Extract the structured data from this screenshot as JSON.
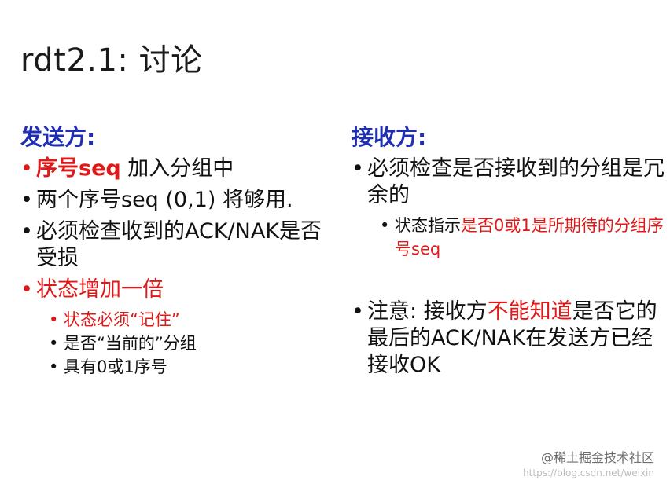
{
  "title": "rdt2.1: 讨论",
  "sender": {
    "heading": "发送方:",
    "b1_bold": "序号seq",
    "b1_rest": " 加入分组中",
    "b2": "两个序号seq (0,1) 将够用.",
    "b3": "必须检查收到的ACK/NAK是否受损",
    "b4": "状态增加一倍",
    "sub1": "状态必须“记住”",
    "sub2": "是否“当前的”分组",
    "sub3": "具有0或1序号"
  },
  "receiver": {
    "heading": "接收方:",
    "b1": "必须检查是否接收到的分组是冗余的",
    "sub1_prefix": "状态指示",
    "sub1_red": "是否0或1是所期待的分组序号seq",
    "b2_prefix": "注意: 接收方",
    "b2_red": "不能知道",
    "b2_suffix": "是否它的最后的ACK/NAK在发送方已经接收OK"
  },
  "watermark": "@稀土掘金技术社区",
  "watermark_sub": "https://blog.csdn.net/weixin"
}
